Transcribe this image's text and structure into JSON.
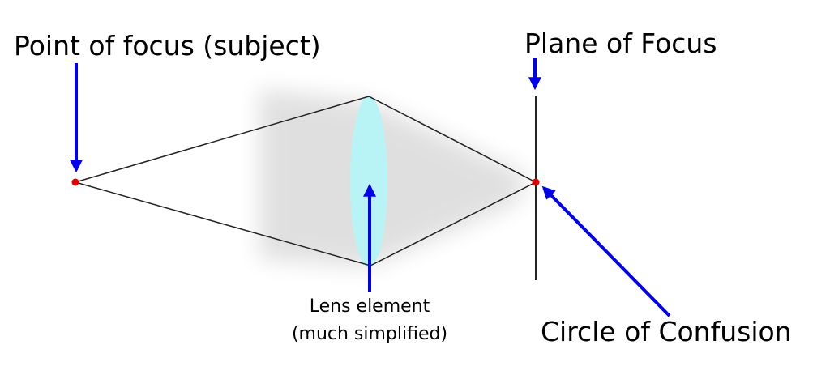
{
  "labels": {
    "point_of_focus": "Point of focus (subject)",
    "plane_of_focus": "Plane of Focus",
    "lens_line1": "Lens element",
    "lens_line2": "(much simplified)",
    "circle_of_confusion": "Circle of Confusion"
  },
  "colors": {
    "arrow": "#0000ee",
    "point": "#e00000",
    "lens": "#b8f4f6",
    "ray": "#222222"
  }
}
